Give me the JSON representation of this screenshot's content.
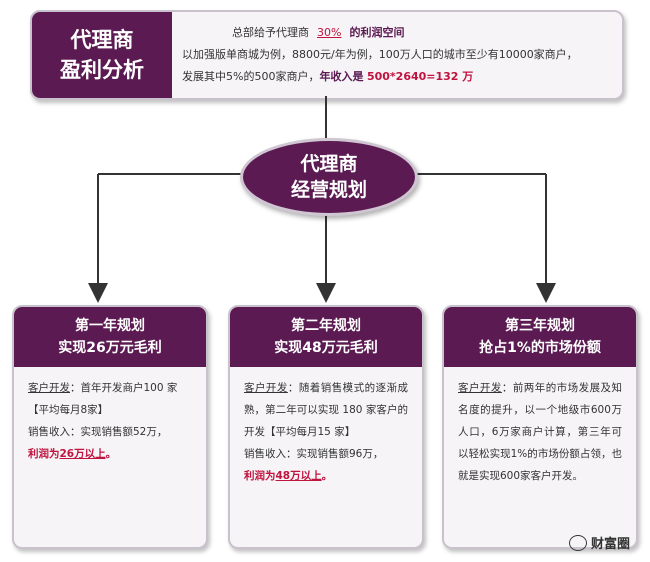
{
  "top": {
    "title_line1": "代理商",
    "title_line2": "盈利分析",
    "line1_pre": "总部给予代理商",
    "line1_pct": "30%",
    "line1_post": "的利润空间",
    "line2": "以加强版单商城为例，8800元/年为例，100万人口的城市至少有10000家商户，",
    "line3_pre": "发展其中5%的500家商户，",
    "line3_label": "年收入是",
    "line3_value": "500*2640=132 万"
  },
  "center": {
    "line1": "代理商",
    "line2": "经营规划"
  },
  "cards": [
    {
      "head1": "第一年规划",
      "head2": "实现26万元毛利",
      "dev_label": "客户开发",
      "dev_text": "：首年开发商户100 家",
      "monthly": "【平均每月8家】",
      "sales": "销售收入：实现销售额52万，",
      "profit_pre": "利润为",
      "profit_val": "26万以上",
      "profit_post": "。"
    },
    {
      "head1": "第二年规划",
      "head2": "实现48万元毛利",
      "dev_label": "客户开发",
      "dev_text": "：随着销售模式的逐渐成熟，第二年可以实现 180 家客户的开发【平均每月15 家】",
      "sales": "销售收入：实现销售额96万，",
      "profit_pre": "利润为",
      "profit_val": "48万以上",
      "profit_post": "。"
    },
    {
      "head1": "第三年规划",
      "head2": "抢占1%的市场份额",
      "dev_label": "客户开发",
      "dev_text": "：前两年的市场发展及知名度的提升，以一个地级市600万人口，6万家商户计算，第三年可以轻松实现1%的市场份额占领，也就是实现600家客户开发。"
    }
  ],
  "watermark": "财富圈",
  "colors": {
    "accent": "#5b1a52",
    "highlight": "#c0133e"
  }
}
